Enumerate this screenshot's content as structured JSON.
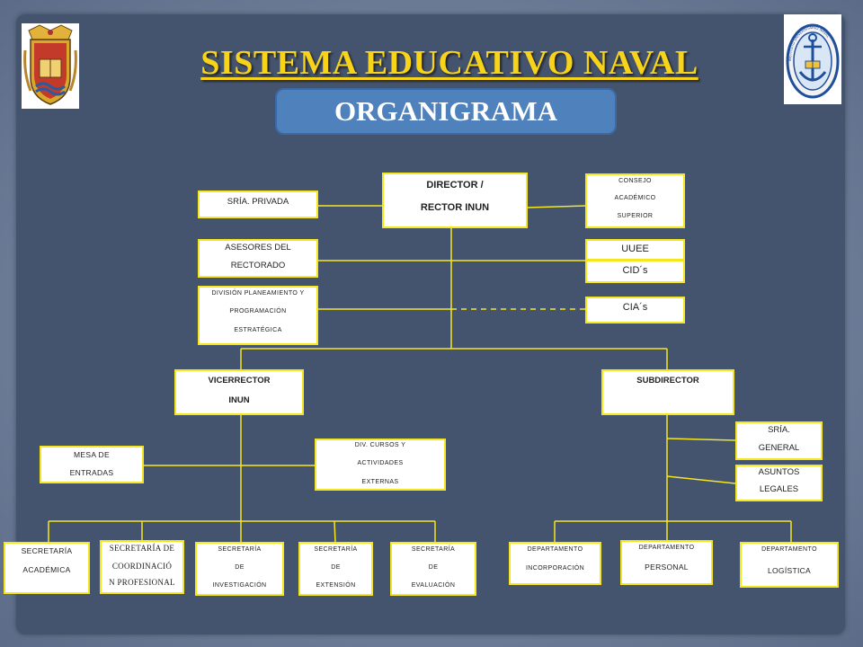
{
  "title": "SISTEMA EDUCATIVO NAVAL",
  "subtitle": "ORGANIGRAMA",
  "logos": {
    "left": "crest-logo",
    "right": "instituto-universitario-naval-logo",
    "right_text": "INSTITUTO UNIVERSITARIO NAVAL"
  },
  "colors": {
    "background": "#44546f",
    "title": "#f7d31a",
    "banner": "#4f81bd",
    "box_border": "#f5e61e",
    "connector": "#f5e61e"
  },
  "nodes": {
    "director": [
      "DIRECTOR /",
      "RECTOR INUN"
    ],
    "sria_privada": [
      "SRÍA. PRIVADA"
    ],
    "consejo": [
      "CONSEJO",
      "ACADÉMICO",
      "SUPERIOR"
    ],
    "asesores": [
      "ASESORES DEL",
      "RECTORADO"
    ],
    "uuee": [
      "UUEE"
    ],
    "cids": [
      "CID´s"
    ],
    "division": [
      "DIVISIÓN PLANEAMIENTO Y",
      "PROGRAMACIÓN",
      "ESTRATÉGICA"
    ],
    "cias": [
      "CIA´s"
    ],
    "vicerrector": [
      "VICERRECTOR",
      "INUN"
    ],
    "subdirector": [
      "SUBDIRECTOR"
    ],
    "sria_general": [
      "SRÍA.",
      "GENERAL"
    ],
    "asuntos": [
      "ASUNTOS",
      "LEGALES"
    ],
    "mesa": [
      "MESA DE",
      "ENTRADAS"
    ],
    "div_cursos": [
      "DIV. CURSOS  Y",
      "ACTIVIDADES",
      "EXTERNAS"
    ],
    "sec_academica": [
      "SECRETARÍA",
      "ACADÉMICA"
    ],
    "sec_coordinacion": [
      "SECRETARÍA DE",
      "COORDINACIÓ",
      "N PROFESIONAL"
    ],
    "sec_investigacion": [
      "SECRETARÍA",
      "DE",
      "INVESTIGACIÓN"
    ],
    "sec_extension": [
      "SECRETARÍA",
      "DE",
      "EXTENSIÓN"
    ],
    "sec_evaluacion": [
      "SECRETARÍA",
      "DE",
      "EVALUACIÓN"
    ],
    "dep_incorporacion": [
      "DEPARTAMENTO",
      "INCORPORACIÓN"
    ],
    "dep_personal": [
      "DEPARTAMENTO",
      "PERSONAL"
    ],
    "dep_logistica": [
      "DEPARTAMENTO",
      "LOGÍSTICA"
    ]
  }
}
